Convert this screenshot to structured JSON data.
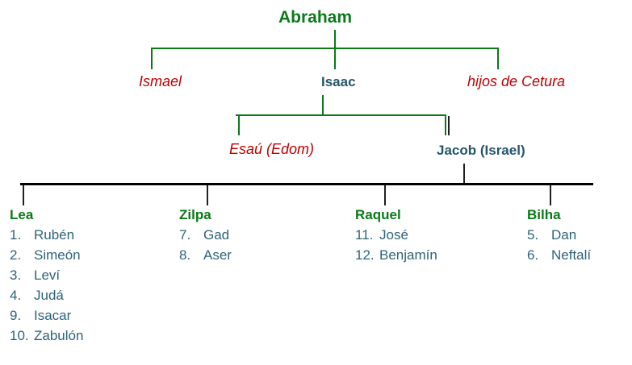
{
  "diagram": {
    "title": "Abraham",
    "colors": {
      "green": "#0a7a18",
      "red": "#c00000",
      "navy": "#26566b",
      "child_text": "#2e6378",
      "black_rule": "#000000",
      "background": "#ffffff"
    },
    "generations": {
      "gen1": {
        "label": "Abraham"
      },
      "gen2": [
        {
          "label": "Ismael",
          "style": "red-italic"
        },
        {
          "label": "Isaac",
          "style": "navy-bold"
        },
        {
          "label": "hijos de Cetura",
          "style": "red-italic"
        }
      ],
      "gen3": [
        {
          "label": "Esaú (Edom)",
          "style": "red-italic"
        },
        {
          "label": "Jacob (Israel)",
          "style": "navy-bold"
        }
      ]
    },
    "mothers": [
      {
        "name": "Lea",
        "children": [
          {
            "num": "1.",
            "name": "Rubén"
          },
          {
            "num": "2.",
            "name": "Simeón"
          },
          {
            "num": "3.",
            "name": "Leví"
          },
          {
            "num": "4.",
            "name": "Judá"
          },
          {
            "num": "9.",
            "name": "Isacar"
          },
          {
            "num": "10.",
            "name": "Zabulón"
          }
        ]
      },
      {
        "name": "Zilpa",
        "children": [
          {
            "num": "7.",
            "name": "Gad"
          },
          {
            "num": "8.",
            "name": "Aser"
          }
        ]
      },
      {
        "name": "Raquel",
        "children": [
          {
            "num": "11.",
            "name": "José"
          },
          {
            "num": "12.",
            "name": "Benjamín"
          }
        ]
      },
      {
        "name": "Bilha",
        "children": [
          {
            "num": "5.",
            "name": "Dan"
          },
          {
            "num": "6.",
            "name": "Neftalí"
          }
        ]
      }
    ]
  }
}
